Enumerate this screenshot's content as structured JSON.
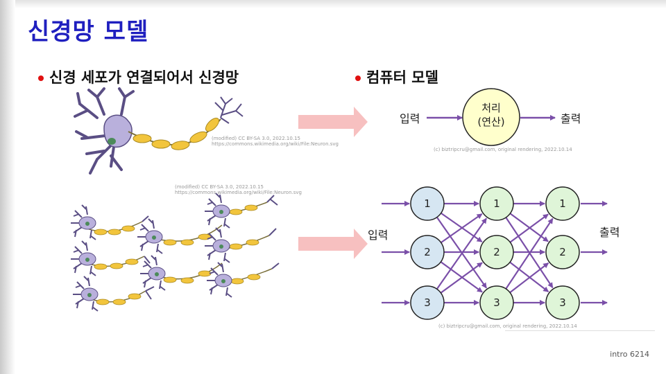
{
  "title": "신경망 모델",
  "left_heading": "신경 세포가 연결되어서 신경망",
  "right_heading": "컴퓨터 모델",
  "credit_neuron": [
    "(modified) CC BY-SA 3.0, 2022.10.15",
    "https://commons.wikimedia.org/wiki/File:Neuron.svg"
  ],
  "credit_original": "(c) biztripcru@gmail.com, original rendering, 2022.10.14",
  "simple_model": {
    "input_label": "입력",
    "node_label_1": "처리",
    "node_label_2": "(연산)",
    "output_label": "출력"
  },
  "network": {
    "input_label": "입력",
    "output_label": "출력",
    "layers": [
      {
        "nodes": [
          "1",
          "2",
          "3"
        ],
        "fill": "#d6e6f2"
      },
      {
        "nodes": [
          "1",
          "2",
          "3"
        ],
        "fill": "#dff5d8"
      },
      {
        "nodes": [
          "1",
          "2",
          "3"
        ],
        "fill": "#dff5d8"
      }
    ]
  },
  "colors": {
    "title": "#1f1fbf",
    "bullet": "#e01010",
    "arrow": "#7a4fa8",
    "big_arrow": "#f7c0c0",
    "neuron_body": "#b9b0dc",
    "axon": "#f2c53d"
  },
  "footer": "intro  6214"
}
